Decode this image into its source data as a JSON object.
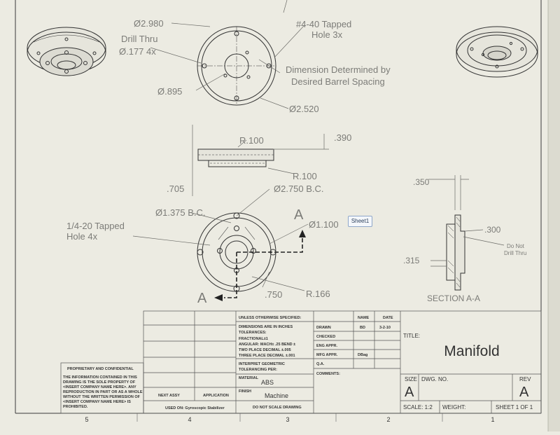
{
  "dims": {
    "d2980": "Ø2.980",
    "drill_thru": "Drill Thru",
    "d177": "Ø.177 4x",
    "d895": "Ø.895",
    "d2520": "Ø2.520",
    "tapped_440": "#4-40 Tapped",
    "hole3x": "Hole 3x",
    "det1": "Dimension Determined by",
    "det2": "Desired Barrel Spacing",
    "r100a": "R.100",
    "r100b": "R.100",
    "d390": ".390",
    "d705": ".705",
    "d2750": "Ø2.750 B.C.",
    "d1375": "Ø1.375 B.C.",
    "d1100": "Ø1.100",
    "tapped_420": "1/4-20 Tapped",
    "hole4x": "Hole 4x",
    "d750": ".750",
    "r166": "R.166",
    "d350": ".350",
    "d300": ".300",
    "d315": ".315",
    "do_not": "Do Not",
    "drill_thru2": "Drill Thru",
    "section_a": "A",
    "section_a2": "A",
    "section_label": "SECTION A-A"
  },
  "tooltip": "Sheet1",
  "title_block": {
    "unless": "UNLESS OTHERWISE SPECIFIED:",
    "dims_inches": "DIMENSIONS ARE IN INCHES",
    "tolerances": "TOLERANCES:",
    "fractional": "FRACTIONAL±1",
    "angular": "ANGULAR: MACH±  .25  BEND ±",
    "two_place": "TWO PLACE DECIMAL   ±.005",
    "three_place": "THREE PLACE DECIMAL  ±.001",
    "interpret1": "INTERPRET GEOMETRIC",
    "interpret2": "TOLERANCING PER:",
    "material_label": "MATERIAL",
    "material": "ABS",
    "finish_label": "FINISH",
    "finish": "Machine",
    "do_not_scale": "DO NOT SCALE DRAWING",
    "next_assy": "NEXT ASSY",
    "application": "APPLICATION",
    "used_on": "USED ON: Gyroscopic Stabilizer",
    "proprietary": "PROPRIETARY AND CONFIDENTIAL",
    "prop_lines": [
      "THE INFORMATION CONTAINED IN THIS",
      "DRAWING IS THE SOLE PROPERTY OF",
      "<INSERT COMPANY NAME HERE>.  ANY",
      "REPRODUCTION IN PART OR AS A WHOLE",
      "WITHOUT THE WRITTEN PERMISSION OF",
      "<INSERT COMPANY NAME HERE> IS",
      "PROHIBITED."
    ],
    "name_hdr": "NAME",
    "date_hdr": "DATE",
    "drawn": "DRAWN",
    "drawn_name": "BD",
    "drawn_date": "3-2-10",
    "checked": "CHECKED",
    "eng_appr": "ENG APPR.",
    "mfg_appr": "MFG APPR.",
    "mfg_name": "DBag",
    "qa": "Q.A.",
    "comments": "COMMENTS:",
    "title_label": "TITLE:",
    "title": "Manifold",
    "size_label": "SIZE",
    "size": "A",
    "dwg_no": "DWG.  NO.",
    "rev_label": "REV",
    "rev": "A",
    "scale": "SCALE: 1:2",
    "weight": "WEIGHT:",
    "sheet": "SHEET 1 OF 1"
  },
  "zones": [
    "5",
    "4",
    "3",
    "2",
    "1"
  ]
}
